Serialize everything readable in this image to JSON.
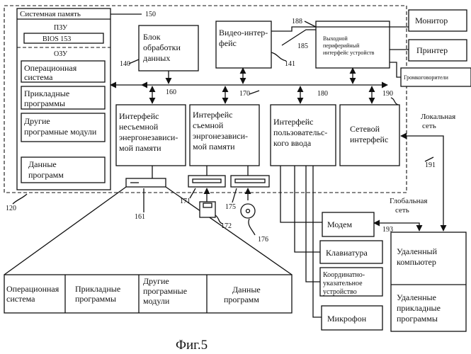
{
  "system_memory": {
    "title": "Системная память",
    "ref": "150"
  },
  "rom": {
    "label": "ПЗУ",
    "bios": "BIOS 153"
  },
  "ram": {
    "label": "ОЗУ"
  },
  "mem_items": [
    {
      "l1": "Операционная",
      "l2": "система"
    },
    {
      "l1": "Прикладные",
      "l2": "программы"
    },
    {
      "l1": "Другие",
      "l2": "програмные модули"
    },
    {
      "l1": "Данные",
      "l2": "программ"
    }
  ],
  "data_unit": {
    "l1": "Блок",
    "l2": "обработки",
    "l3": "данных",
    "ref": "140"
  },
  "video": {
    "l1": "Видео-интер-",
    "l2": "фейс",
    "ref": "141"
  },
  "periph": {
    "l1": "Выходной",
    "l2": "периферийный",
    "l3": "интерфейс устройств",
    "ref": "185",
    "ref2": "188"
  },
  "monitor": {
    "label": "Монитор"
  },
  "printer": {
    "label": "Принтер"
  },
  "speakers": {
    "label": "Громкоговорители"
  },
  "nonremovable": {
    "l1": "Интерфейс",
    "l2": "несъемной",
    "l3": "энергонезависи-",
    "l4": "мой памяти",
    "ref": "160"
  },
  "removable": {
    "l1": "Интерфейс",
    "l2": "съемной",
    "l3": "энргонезависи-",
    "l4": "мой памяти",
    "ref": "170"
  },
  "userinput": {
    "l1": "Интерфейс",
    "l2": "пользовательс-",
    "l3": "кого ввода",
    "ref": "180"
  },
  "network": {
    "l1": "Сетевой",
    "l2": "интерфейс",
    "ref": "190"
  },
  "lan": {
    "l1": "Локальная",
    "l2": "сеть",
    "ref": "191"
  },
  "wan": {
    "l1": "Глобальная",
    "l2": "сеть",
    "ref": "193"
  },
  "refs": {
    "r120": "120",
    "r161": "161",
    "r171": "171",
    "r172": "172",
    "r175": "175",
    "r176": "176"
  },
  "modem": {
    "label": "Модем"
  },
  "keyboard": {
    "label": "Клавиатура"
  },
  "pointing": {
    "l1": "Координатно-",
    "l2": "указательное",
    "l3": "устройство"
  },
  "mic": {
    "label": "Микрофон"
  },
  "remote": {
    "l1": "Удаленный",
    "l2": "компьютер"
  },
  "remote_apps": {
    "l1": "Удаленные",
    "l2": "прикладные",
    "l3": "программы"
  },
  "disk_items": [
    {
      "l1": "Операционная",
      "l2": "система",
      "l3": ""
    },
    {
      "l1": "Прикладные",
      "l2": "программы",
      "l3": ""
    },
    {
      "l1": "Другие",
      "l2": "програмные",
      "l3": "модули"
    },
    {
      "l1": "Данные",
      "l2": "программ",
      "l3": ""
    }
  ],
  "caption": "Фиг.5"
}
